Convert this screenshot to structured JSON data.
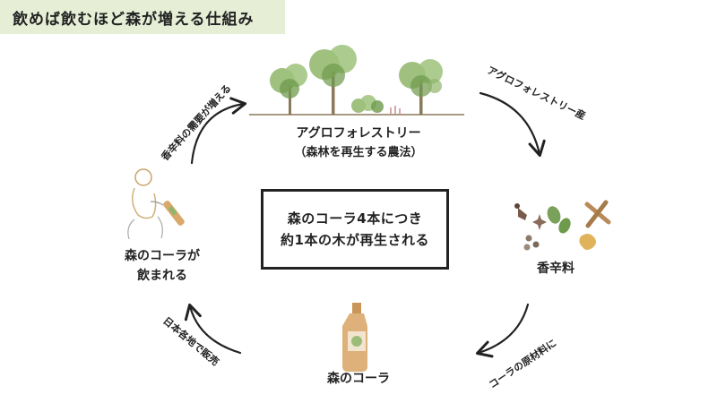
{
  "header": {
    "title": "飲めば飲むほど森が増える仕組み"
  },
  "center": {
    "line1": "森のコーラ4本につき",
    "line2": "約1本の木が再生される"
  },
  "nodes": {
    "agroforestry": {
      "line1": "アグロフォレストリー",
      "line2": "（森林を再生する農法）"
    },
    "spices": {
      "label": "香辛料"
    },
    "cola": {
      "label": "森のコーラ"
    },
    "drinker": {
      "line1": "森のコーラが",
      "line2": "飲まれる"
    }
  },
  "arrows": {
    "top_right": "アグロフォレストリー産",
    "bottom_right": "コーラの原材料に",
    "bottom_left": "日本各地で販売",
    "top_left": "香辛料の需要が増える"
  },
  "colors": {
    "title_bg": "#e6efd6",
    "foliage": "#8fb56a",
    "foliage_dark": "#6e9a4c",
    "trunk": "#8a7a5a",
    "bottle": "#d9a86a",
    "cardamom": "#7aa15a",
    "ink": "#222222"
  },
  "icons": [
    "tree-icon",
    "spice-icon",
    "bottle-icon",
    "person-drinking-icon",
    "arrow-icon"
  ]
}
